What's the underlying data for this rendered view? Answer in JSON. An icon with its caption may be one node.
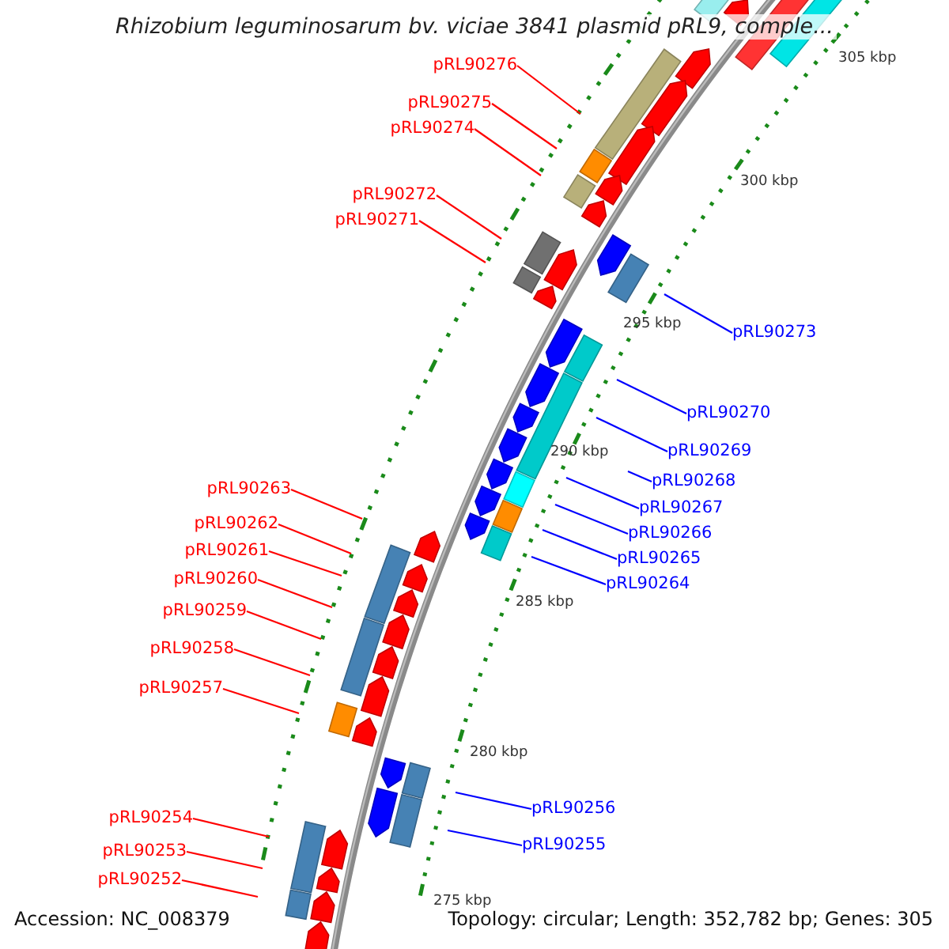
{
  "diagram": {
    "title": "Rhizobium leguminosarum bv. viciae 3841 plasmid pRL9, comple...",
    "nodes": [
      {
        "text": [
          "pRL90276"
        ]
      },
      {
        "text": [
          "pRL90275"
        ]
      },
      {
        "text": [
          "pRL90274"
        ]
      },
      {
        "text": [
          "pRL90272"
        ]
      },
      {
        "text": [
          "pRL90271"
        ]
      },
      {
        "text": [
          "pRL90273"
        ]
      },
      {
        "text": [
          "pRL90270"
        ]
      },
      {
        "text": [
          "pRL90269"
        ]
      },
      {
        "text": [
          "pRL90268"
        ]
      },
      {
        "text": [
          "pRL90263"
        ]
      },
      {
        "text": [
          "pRL90267"
        ]
      },
      {
        "text": [
          "pRL90262"
        ]
      },
      {
        "text": [
          "pRL90266"
        ]
      },
      {
        "text": [
          "pRL90261"
        ]
      },
      {
        "text": [
          "pRL90265"
        ]
      },
      {
        "text": [
          "pRL90260"
        ]
      },
      {
        "text": [
          "pRL90264"
        ]
      },
      {
        "text": [
          "pRL90259"
        ]
      },
      {
        "text": [
          "pRL90258"
        ]
      },
      {
        "text": [
          "pRL90257"
        ]
      },
      {
        "text": [
          "pRL90256"
        ]
      },
      {
        "text": [
          "pRL90254"
        ]
      },
      {
        "text": [
          "pRL90255"
        ]
      },
      {
        "text": [
          "pRL90253"
        ]
      },
      {
        "text": [
          "pRL90252"
        ]
      }
    ],
    "edges": [
      {
        "from": 0,
        "to": null,
        "arrow": "none"
      },
      {
        "from": 1,
        "to": null,
        "arrow": "none"
      },
      {
        "from": 2,
        "to": null,
        "arrow": "none"
      },
      {
        "from": 3,
        "to": null,
        "arrow": "none"
      },
      {
        "from": 4,
        "to": null,
        "arrow": "none"
      },
      {
        "from": 5,
        "to": null,
        "arrow": "none",
        "color": "#0000ff"
      },
      {
        "from": 6,
        "to": null,
        "arrow": "none",
        "color": "#0000ff"
      },
      {
        "from": 7,
        "to": null,
        "arrow": "none",
        "color": "#0000ff"
      },
      {
        "from": 8,
        "to": null,
        "arrow": "none",
        "color": "#0000ff"
      },
      {
        "from": 9,
        "to": null,
        "arrow": "none"
      },
      {
        "from": 10,
        "to": null,
        "arrow": "none",
        "color": "#0000ff"
      },
      {
        "from": 11,
        "to": null,
        "arrow": "none"
      },
      {
        "from": 12,
        "to": null,
        "arrow": "none",
        "color": "#0000ff"
      },
      {
        "from": 13,
        "to": null,
        "arrow": "none"
      },
      {
        "from": 14,
        "to": null,
        "arrow": "none",
        "color": "#0000ff"
      },
      {
        "from": 15,
        "to": null,
        "arrow": "none"
      },
      {
        "from": 16,
        "to": null,
        "arrow": "none",
        "color": "#0000ff"
      },
      {
        "from": 17,
        "to": null,
        "arrow": "none"
      },
      {
        "from": 18,
        "to": null,
        "arrow": "none"
      },
      {
        "from": 19,
        "to": null,
        "arrow": "none"
      },
      {
        "from": 20,
        "to": null,
        "arrow": "none",
        "color": "#0000ff"
      },
      {
        "from": 21,
        "to": null,
        "arrow": "none"
      },
      {
        "from": 22,
        "to": null,
        "arrow": "none",
        "color": "#0000ff"
      },
      {
        "from": 23,
        "to": null,
        "arrow": "none"
      },
      {
        "from": 24,
        "to": null,
        "arrow": "none"
      }
    ],
    "labels": [
      "305 kbp",
      "300 kbp",
      "295 kbp",
      "290 kbp",
      "285 kbp",
      "280 kbp",
      "275 kbp",
      "Accession: NC_008379",
      "Topology: circular; Length: 352,782 bp; Genes: 305"
    ]
  }
}
